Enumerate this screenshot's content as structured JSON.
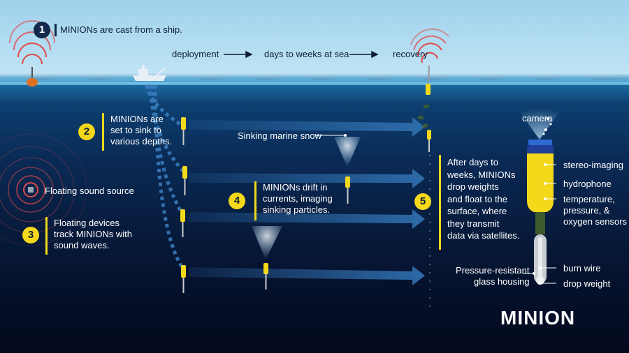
{
  "steps": [
    {
      "number": "1",
      "text": "MINIONs are cast from a ship."
    },
    {
      "number": "2",
      "text": "MINIONs are\nset to sink to\nvarious depths."
    },
    {
      "number": "3",
      "text": "Floating devices\ntrack MINIONs with\nsound waves."
    },
    {
      "number": "4",
      "text": "MINIONs drift in\ncurrents, imaging\nsinking particles."
    },
    {
      "number": "5",
      "text": "After days to\nweeks, MINIONs\ndrop weights\nand float to the\nsurface, where\nthey transmit\ndata via satellites."
    }
  ],
  "timeline": {
    "deployment": "deployment",
    "at_sea": "days to weeks at sea",
    "recovery": "recovery"
  },
  "labels": {
    "sound_source": "Floating sound source",
    "marine_snow": "Sinking marine snow",
    "camera": "camera",
    "stereo_imaging": "stereo-imaging",
    "hydrophone": "hydrophone",
    "sensors": "temperature,\npressure, &\noxygen sensors",
    "housing": "Pressure-resistant\nglass housing",
    "burn_wire": "burn wire",
    "drop_weight": "drop weight"
  },
  "title": "MINION",
  "colors": {
    "accent_yellow": "#f4d81a",
    "deep_ocean": "#05102a",
    "sky": "#bfe3f4",
    "current_arrow": "#2f6fae",
    "ping_red": "#e04a4a"
  }
}
